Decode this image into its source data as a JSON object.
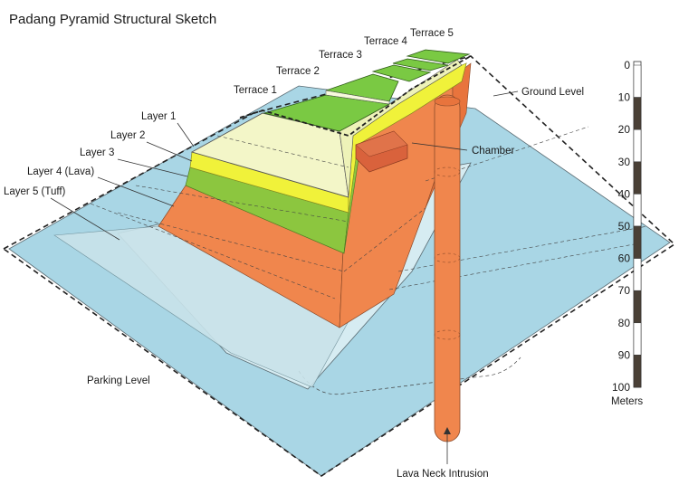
{
  "title": "Padang Pyramid Structural Sketch",
  "terraces": [
    "Terrace 1",
    "Terrace 2",
    "Terrace 3",
    "Terrace 4",
    "Terrace 5"
  ],
  "layers": [
    "Layer 1",
    "Layer 2",
    "Layer 3",
    "Layer 4 (Lava)",
    "Layer 5 (Tuff)"
  ],
  "labels": {
    "ground_level": "Ground Level",
    "chamber": "Chamber",
    "parking_level": "Parking Level",
    "lava_neck": "Lava Neck Intrusion"
  },
  "scale": {
    "ticks": [
      "0",
      "10",
      "20",
      "30",
      "40",
      "50",
      "60",
      "70",
      "80",
      "90",
      "100"
    ],
    "unit": "Meters"
  },
  "colors": {
    "terrace_top": "#7ac943",
    "layer1": "#f3f6c8",
    "layer2": "#f0f23a",
    "layer3": "#8cc63f",
    "layer4_lava": "#f0864d",
    "layer5_tuff": "#c9e3ea",
    "ground_plane": "#a9d6e5",
    "chamber": "#d9623c"
  }
}
